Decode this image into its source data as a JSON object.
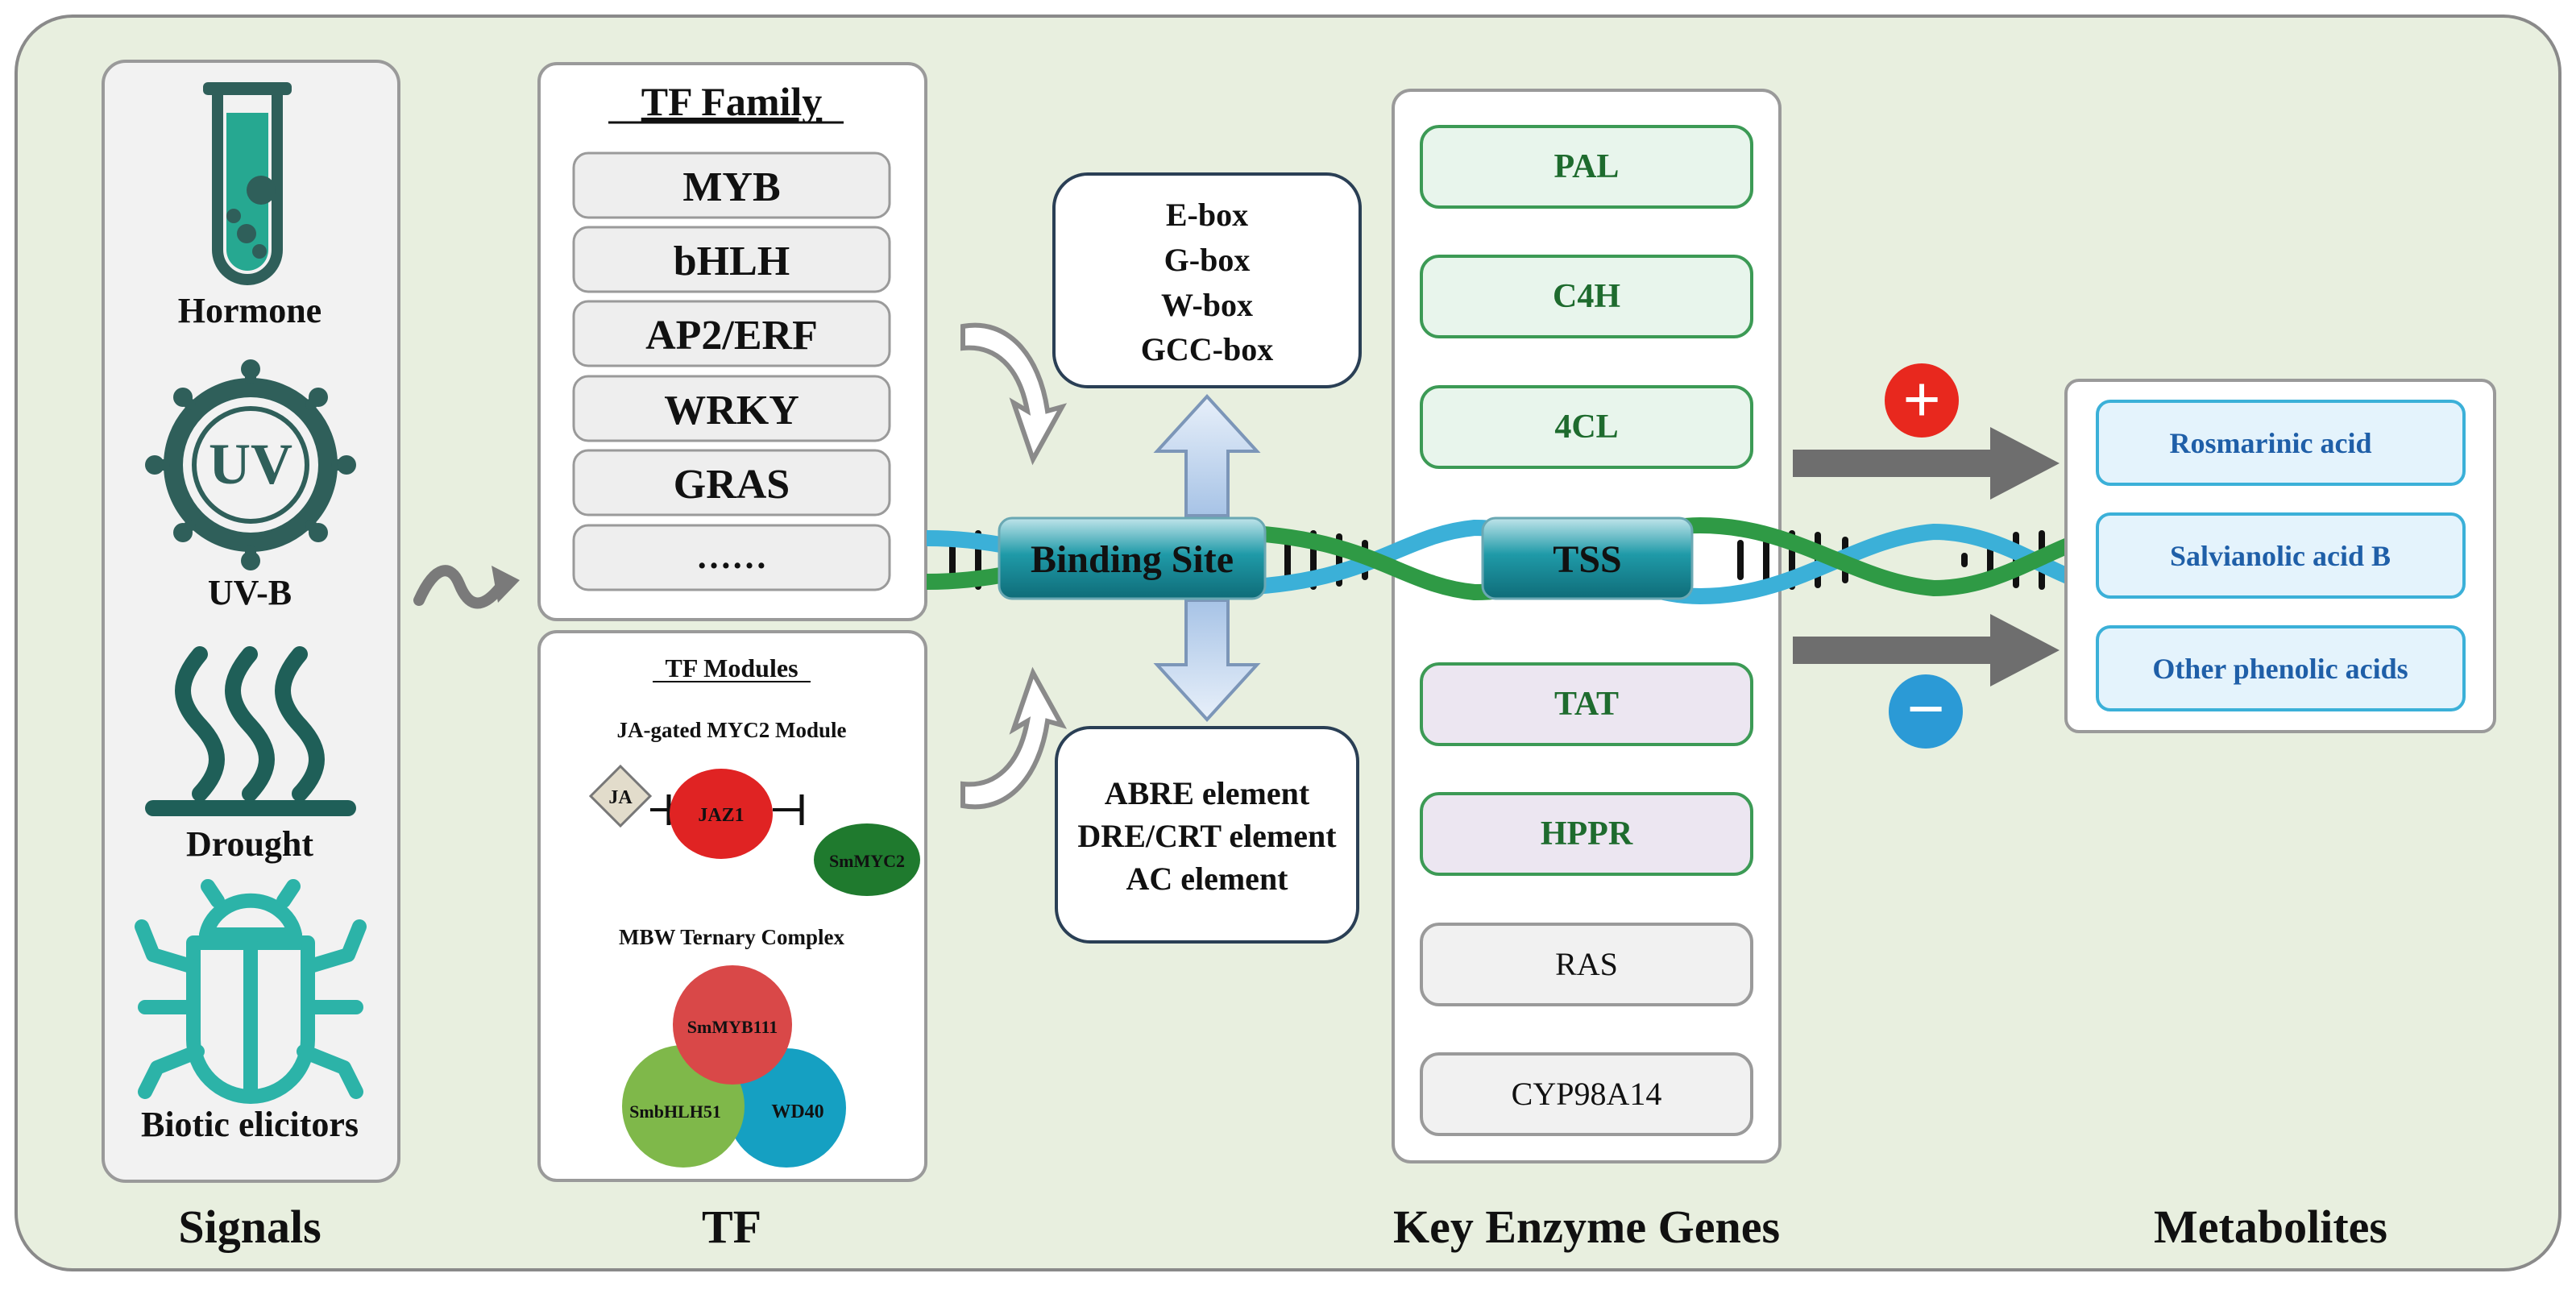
{
  "signals": {
    "section_label": "Signals",
    "items": [
      {
        "label": "Hormone",
        "icon": "test-tube-icon"
      },
      {
        "label": "UV-B",
        "icon": "uv-sun-icon",
        "icon_text": "UV"
      },
      {
        "label": "Drought",
        "icon": "heat-waves-icon"
      },
      {
        "label": "Biotic elicitors",
        "icon": "beetle-icon"
      }
    ],
    "icon_color": "#2f5f5a",
    "tube_fill_color": "#26a891",
    "beetle_color": "#2cb3a8"
  },
  "tf": {
    "section_label": "TF",
    "family": {
      "title": "TF Family",
      "items": [
        "MYB",
        "bHLH",
        "AP2/ERF",
        "WRKY",
        "GRAS",
        "……"
      ]
    },
    "modules": {
      "title": "TF Modules",
      "myc2_title": "JA-gated MYC2 Module",
      "ja_label": "JA",
      "jaz1_label": "JAZ1",
      "smmyc2_label": "SmMYC2",
      "mbw_title": "MBW Ternary Complex",
      "smmyb111_label": "SmMYB111",
      "smbhlh51_label": "SmbHLH51",
      "wd40_label": "WD40"
    }
  },
  "binding": {
    "upper_elements": [
      "E-box",
      "G-box",
      "W-box",
      "GCC-box"
    ],
    "lower_elements": [
      "ABRE element",
      "DRE/CRT element",
      "AC element"
    ],
    "binding_site_label": "Binding Site",
    "tss_label": "TSS"
  },
  "enzymes": {
    "section_label": "Key Enzyme Genes",
    "green_genes": [
      "PAL",
      "C4H",
      "4CL"
    ],
    "purple_genes": [
      "TAT",
      "HPPR"
    ],
    "gray_genes": [
      "RAS",
      "CYP98A14"
    ]
  },
  "metabolites": {
    "section_label": "Metabolites",
    "items": [
      "Rosmarinic acid",
      "Salvianolic acid B",
      "Other phenolic acids"
    ],
    "plus_sign": "+",
    "minus_sign": "−"
  },
  "colors": {
    "background": "#e8efdf",
    "green_text": "#1e6b2e",
    "blue_text": "#1f5fa8",
    "plus_red": "#e8281e",
    "minus_blue": "#2b9ad6",
    "dna_green": "#2f9a45",
    "dna_blue": "#3bb0d8",
    "jaz1_red": "#e02323",
    "smmyc2_green": "#1f7a2e",
    "smmyb111_red": "#d94848",
    "smbhlh51_green": "#7fb84a",
    "wd40_blue": "#15a0c2"
  }
}
